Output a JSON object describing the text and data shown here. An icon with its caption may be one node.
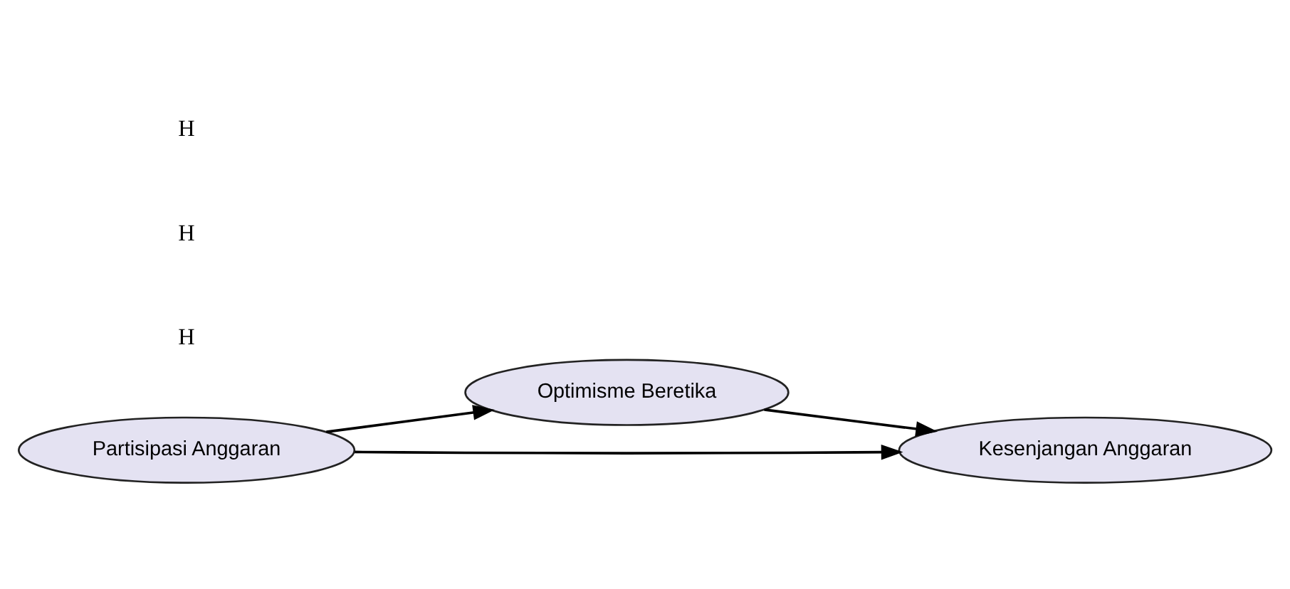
{
  "diagram": {
    "nodes": [
      {
        "text": [
          "Optimisme Beretika"
        ]
      },
      {
        "text": [
          "Partisipasi Anggaran"
        ]
      },
      {
        "text": [
          "Kesenjangan Anggaran"
        ]
      }
    ],
    "edges": [
      {
        "from": 1,
        "to": 0,
        "arrow": "to"
      },
      {
        "from": 0,
        "to": 2,
        "arrow": "to"
      },
      {
        "from": 1,
        "to": 2,
        "arrow": "to"
      }
    ],
    "labels": [
      "H",
      "H",
      "H"
    ]
  }
}
